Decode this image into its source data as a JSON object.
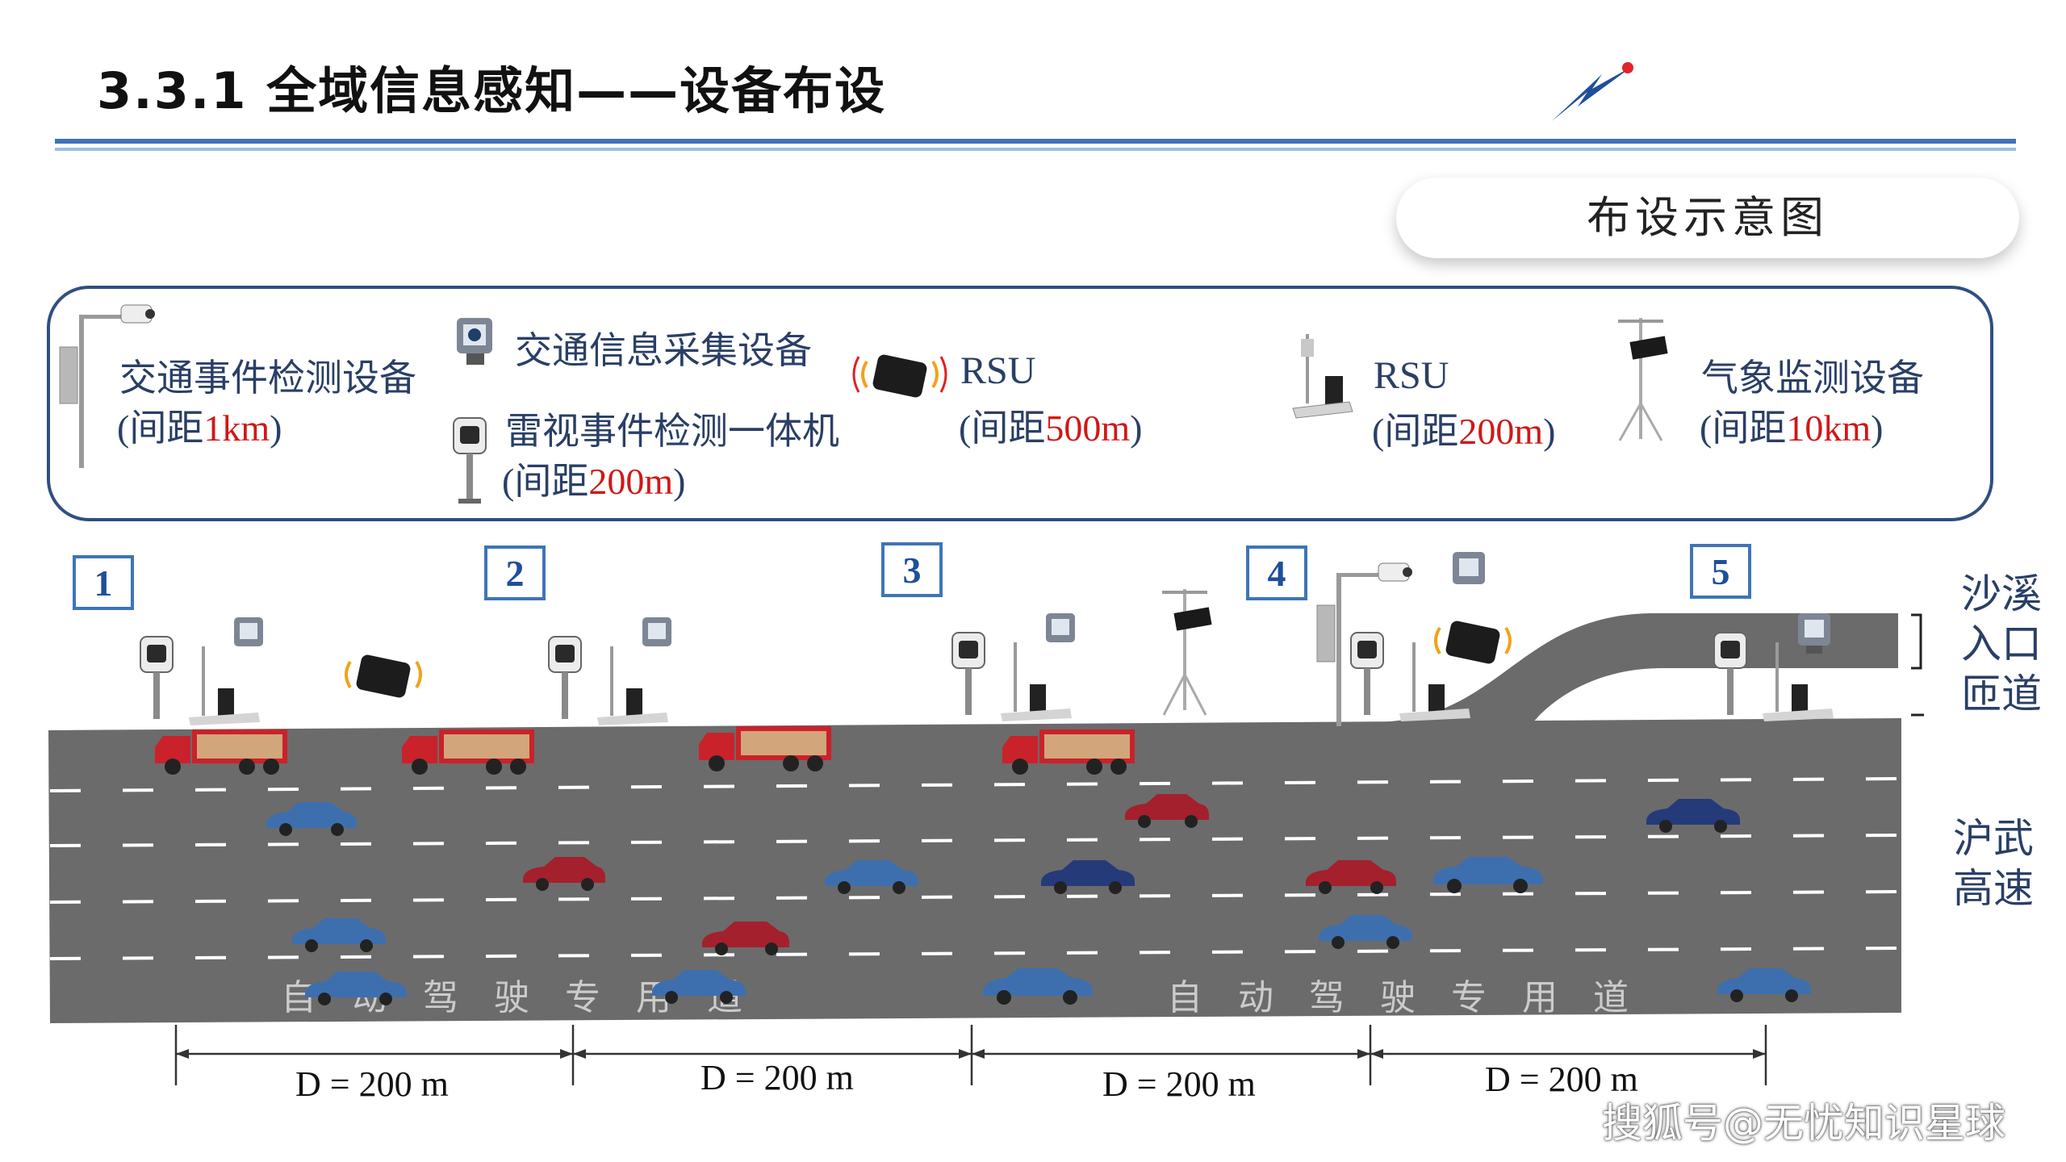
{
  "header": {
    "title": "3.3.1 全域信息感知——设备布设"
  },
  "schematic_label": "布设示意图",
  "legend": {
    "traffic_event": {
      "name": "交通事件检测设备",
      "spacing_prefix": "(间距",
      "spacing_value": "1km",
      "spacing_suffix": ")"
    },
    "info_collect": {
      "name": "交通信息采集设备"
    },
    "radar_video": {
      "name": "雷视事件检测一体机",
      "spacing_prefix": "(间距",
      "spacing_value": "200m",
      "spacing_suffix": ")"
    },
    "rsu_wireless": {
      "name": "RSU",
      "spacing_prefix": "(间距",
      "spacing_value": "500m",
      "spacing_suffix": ")"
    },
    "rsu_pole": {
      "name": "RSU",
      "spacing_prefix": "(间距",
      "spacing_value": "200m",
      "spacing_suffix": ")"
    },
    "weather": {
      "name": "气象监测设备",
      "spacing_prefix": "(间距",
      "spacing_value": "10km",
      "spacing_suffix": ")"
    }
  },
  "section_markers": [
    "1",
    "2",
    "3",
    "4",
    "5"
  ],
  "ramp_label": [
    "沙溪",
    "入口",
    "匝道"
  ],
  "highway_label": [
    "沪武",
    "高速"
  ],
  "lane_marking_chars": [
    "自",
    "动",
    "驾",
    "驶",
    "专",
    "用",
    "道"
  ],
  "distances": [
    "D = 200 m",
    "D = 200 m",
    "D = 200 m",
    "D = 200 m"
  ],
  "watermark": "搜狐号@无忧知识星球",
  "colors": {
    "accent": "#3f74b8",
    "road": "#6b6b6b",
    "highlight": "#d01818",
    "text": "#2a3f66"
  }
}
